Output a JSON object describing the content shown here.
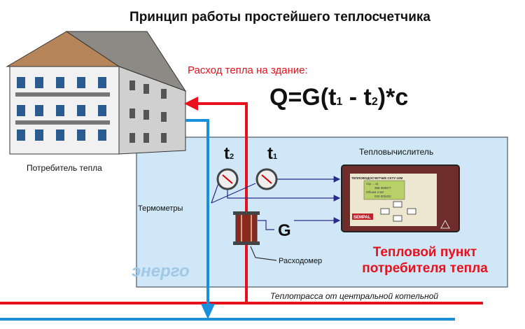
{
  "title": "Принцип работы простейшего теплосчетчика",
  "heat_flow_label": "Расход тепла на здание:",
  "formula": {
    "q": "Q=G(t",
    "sub1": "1",
    "mid": " - t",
    "sub2": "2",
    "end": ")*c"
  },
  "consumer_label": "Потребитель тепла",
  "t2_label": "t",
  "t2_sub": "2",
  "t1_label": "t",
  "t1_sub": "1",
  "thermometers_label": "Термометры",
  "flowmeter_label": "Расходомер",
  "g_label": "G",
  "calculator_label": "Тепловычислитель",
  "device": {
    "model": "ТЕПЛОВОДОСЧЕТЧИК СКТУ-10М",
    "brand": "SEMPAL",
    "screen_lines": [
      "Сtp ...  а)",
      "368 383677",
      "Объем 2  м3",
      "000 003422"
    ]
  },
  "station_title_line1": "Тепловой пункт",
  "station_title_line2": "потребителя тепла",
  "watermark": "энерго",
  "pipeline_label": "Теплотрасса от центральной котельной",
  "colors": {
    "supply": "#e8101c",
    "return": "#1a8fdc",
    "box": "#cfe7f6",
    "title_red": "#e8101c",
    "device": "#6e2c2a"
  }
}
